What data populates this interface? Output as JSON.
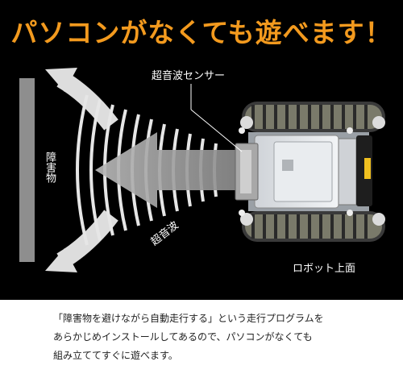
{
  "headline": "パソコンがなくても遊べます！",
  "labels": {
    "obstacle": "障害物",
    "sensor": "超音波センサー",
    "wave": "超音波",
    "robot": "ロボット上面"
  },
  "description": {
    "line1": "「障害物を避けながら自動走行する」という走行プログラムを",
    "line2": "あらかじめインストールしてあるので、パソコンがなくても",
    "line3": "組み立ててすぐに遊べます。"
  },
  "colors": {
    "headline": "#f39a1e",
    "panel": "#000000"
  }
}
